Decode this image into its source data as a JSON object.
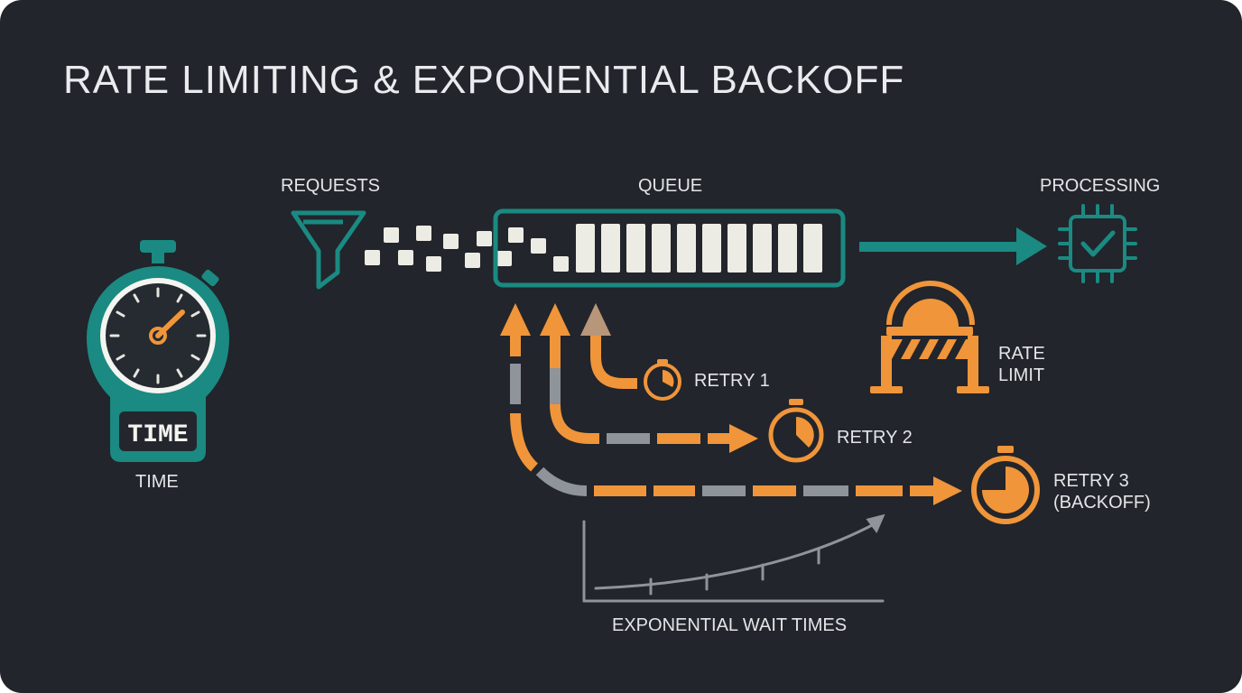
{
  "title": "RATE LIMITING & EXPONENTIAL BACKOFF",
  "labels": {
    "requests": "REQUESTS",
    "queue": "QUEUE",
    "processing": "PROCESSING",
    "time": "TIME",
    "time_display": "TIME",
    "rate_limit_line1": "RATE",
    "rate_limit_line2": "LIMIT",
    "retry1": "RETRY 1",
    "retry2": "RETRY 2",
    "retry3_line1": "RETRY 3",
    "retry3_line2": "(BACKOFF)",
    "exp_wait": "EXPONENTIAL WAIT TIMES"
  },
  "colors": {
    "background": "#22252b",
    "teal": "#1a8a82",
    "orange": "#f0953a",
    "gray": "#8f939a",
    "tile": "#ecece4"
  },
  "icons": [
    "stopwatch-icon",
    "funnel-icon",
    "cpu-check-icon",
    "barrier-icon",
    "timer-icon"
  ]
}
